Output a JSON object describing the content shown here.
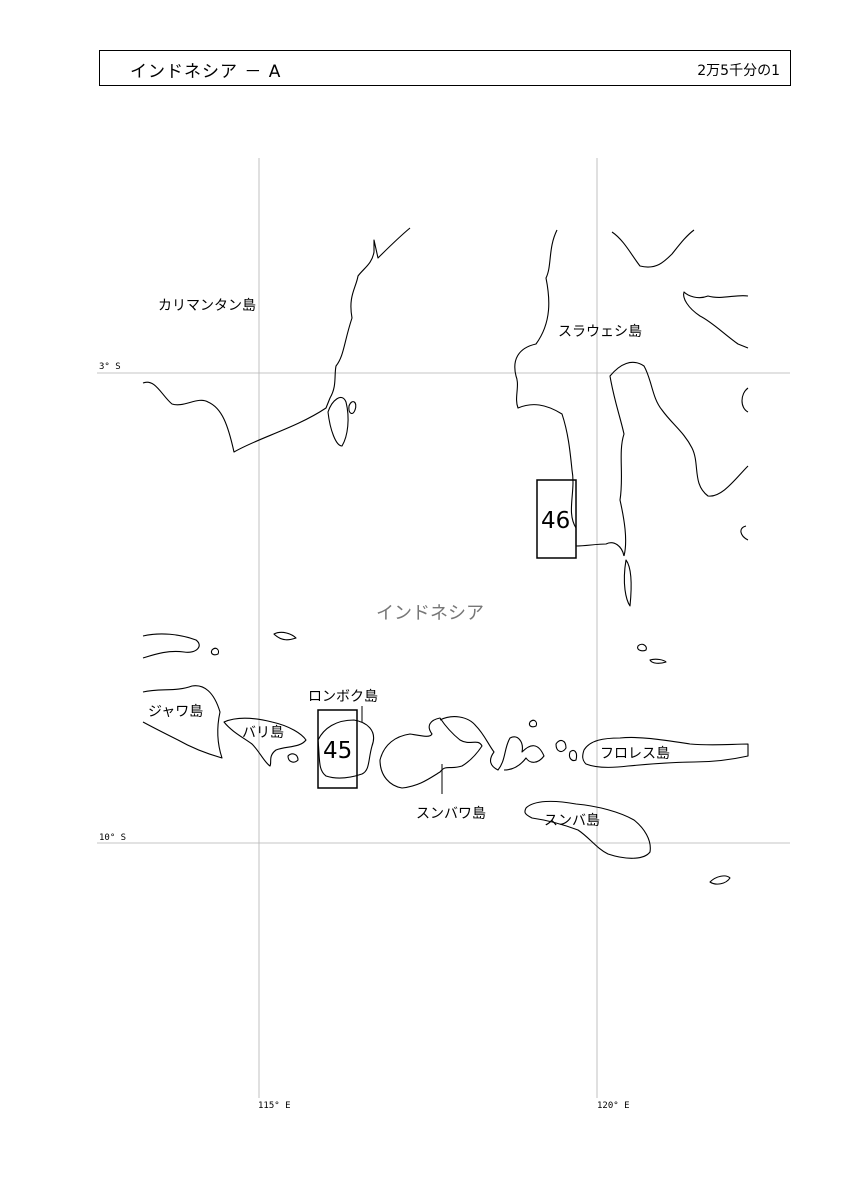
{
  "header": {
    "title": "インドネシア － A",
    "scale": "2万5千分の1"
  },
  "grid": {
    "lat_top": "3° S",
    "lat_bottom": "10° S",
    "lon_left": "115° E",
    "lon_right": "120° E",
    "line_color": "#b3b3b3"
  },
  "labels": {
    "kalimantan": "カリマンタン島",
    "sulawesi": "スラウェシ島",
    "country": "インドネシア",
    "java": "ジャワ島",
    "bali": "バリ島",
    "lombok": "ロンボク島",
    "sumbawa": "スンバワ島",
    "flores": "フロレス島",
    "sumba": "スンバ島"
  },
  "sheets": {
    "sheet_45": "45",
    "sheet_46": "46"
  },
  "colors": {
    "coastline": "#000000",
    "country_label": "#777777"
  }
}
